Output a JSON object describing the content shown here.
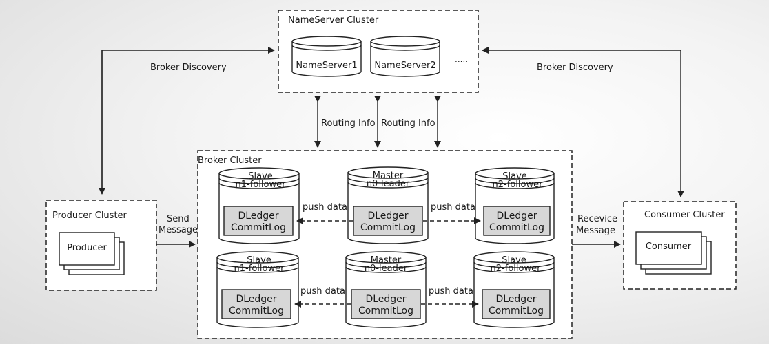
{
  "nameserver_cluster": {
    "title": "NameServer Cluster",
    "servers": [
      "NameServer1",
      "NameServer2"
    ],
    "more": "....."
  },
  "edges": {
    "broker_discovery_left": "Broker Discovery",
    "broker_discovery_right": "Broker Discovery",
    "routing_info_1": "Routing Info",
    "routing_info_2": "Routing Info",
    "send_message_1": "Send",
    "send_message_2": "Message",
    "receive_message_1": "Recevice",
    "receive_message_2": "Message"
  },
  "broker_cluster": {
    "title": "Broker Cluster",
    "groups": [
      {
        "nodes": [
          {
            "role": "Slave",
            "id": "n1-follower",
            "store_1": "DLedger",
            "store_2": "CommitLog"
          },
          {
            "role": "Master",
            "id": "n0-leader",
            "store_1": "DLedger",
            "store_2": "CommitLog"
          },
          {
            "role": "Slave",
            "id": "n2-follower",
            "store_1": "DLedger",
            "store_2": "CommitLog"
          }
        ],
        "push_left": "push data",
        "push_right": "push data"
      },
      {
        "nodes": [
          {
            "role": "Slave",
            "id": "n1-follower",
            "store_1": "DLedger",
            "store_2": "CommitLog"
          },
          {
            "role": "Master",
            "id": "n0-leader",
            "store_1": "DLedger",
            "store_2": "CommitLog"
          },
          {
            "role": "Slave",
            "id": "n2-follower",
            "store_1": "DLedger",
            "store_2": "CommitLog"
          }
        ],
        "push_left": "push data",
        "push_right": "push data"
      }
    ]
  },
  "producer_cluster": {
    "title": "Producer Cluster",
    "card": "Producer"
  },
  "consumer_cluster": {
    "title": "Consumer Cluster",
    "card": "Consumer"
  }
}
